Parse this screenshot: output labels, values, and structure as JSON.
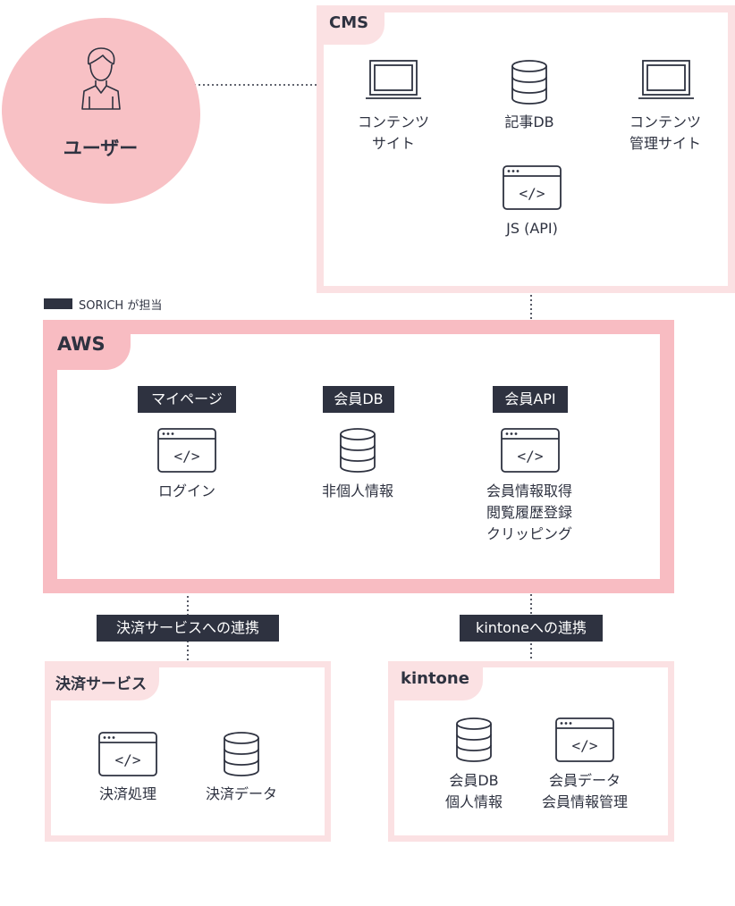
{
  "user": {
    "label": "ユーザー"
  },
  "legend": {
    "text": "SORICH が担当"
  },
  "cms": {
    "title": "CMS",
    "content_site": [
      "コンテンツ",
      "サイト"
    ],
    "article_db": "記事DB",
    "admin_site": [
      "コンテンツ",
      "管理サイト"
    ],
    "js_api": "JS (API)"
  },
  "aws": {
    "title": "AWS",
    "mypage_tag": "マイページ",
    "member_db_tag": "会員DB",
    "member_api_tag": "会員API",
    "login": "ログイン",
    "non_personal": "非個人情報",
    "api_functions": [
      "会員情報取得",
      "閲覧履歴登録",
      "クリッピング"
    ]
  },
  "links": {
    "payment_link": "決済サービスへの連携",
    "kintone_link": "kintoneへの連携"
  },
  "payment": {
    "title": "決済サービス",
    "processing": "決済処理",
    "data": "決済データ"
  },
  "kintone": {
    "title": "kintone",
    "db": [
      "会員DB",
      "個人情報"
    ],
    "data": [
      "会員データ",
      "会員情報管理"
    ]
  },
  "colors": {
    "dark": "#2e3240",
    "aws_pink": "#f8bcc2",
    "light_pink": "#fbe1e3",
    "user_blob": "#f8c1c5"
  }
}
